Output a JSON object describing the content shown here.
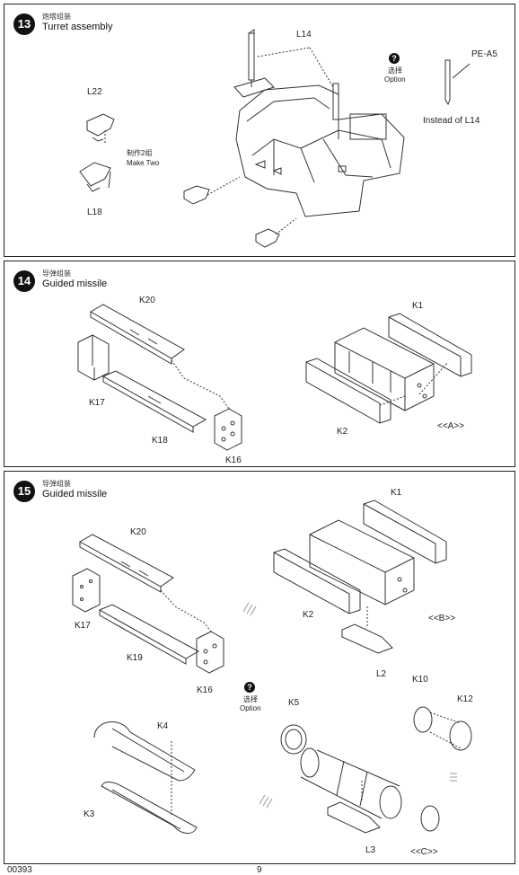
{
  "steps": [
    {
      "number": "13",
      "title_cn": "炮塔组装",
      "title_en": "Turret assembly",
      "labels": {
        "l14": "L14",
        "l22": "L22",
        "l18": "L18",
        "pea5": "PE-A5",
        "make_two_cn": "制作2组",
        "make_two_en": "Make Two",
        "instead": "Instead  of  L14"
      },
      "option": {
        "icon": "?",
        "cn": "选择",
        "en": "Option"
      }
    },
    {
      "number": "14",
      "title_cn": "导弹组装",
      "title_en": "Guided missile",
      "labels": {
        "k20": "K20",
        "k17": "K17",
        "k18": "K18",
        "k16": "K16",
        "k1": "K1",
        "k2": "K2",
        "ref": "<<A>>"
      }
    },
    {
      "number": "15",
      "title_cn": "导弹组装",
      "title_en": "Guided missile",
      "labels": {
        "k20": "K20",
        "k17": "K17",
        "k19": "K19",
        "k16": "K16",
        "k1": "K1",
        "k2": "K2",
        "ref_b": "<<B>>",
        "l2": "L2",
        "k4": "K4",
        "k3": "K3",
        "k5": "K5",
        "k10": "K10",
        "k12": "K12",
        "l3": "L3",
        "ref_c": "<<C>>"
      },
      "option": {
        "icon": "?",
        "cn": "选择",
        "en": "Option"
      }
    }
  ],
  "footer": {
    "code": "00393",
    "page": "9"
  }
}
